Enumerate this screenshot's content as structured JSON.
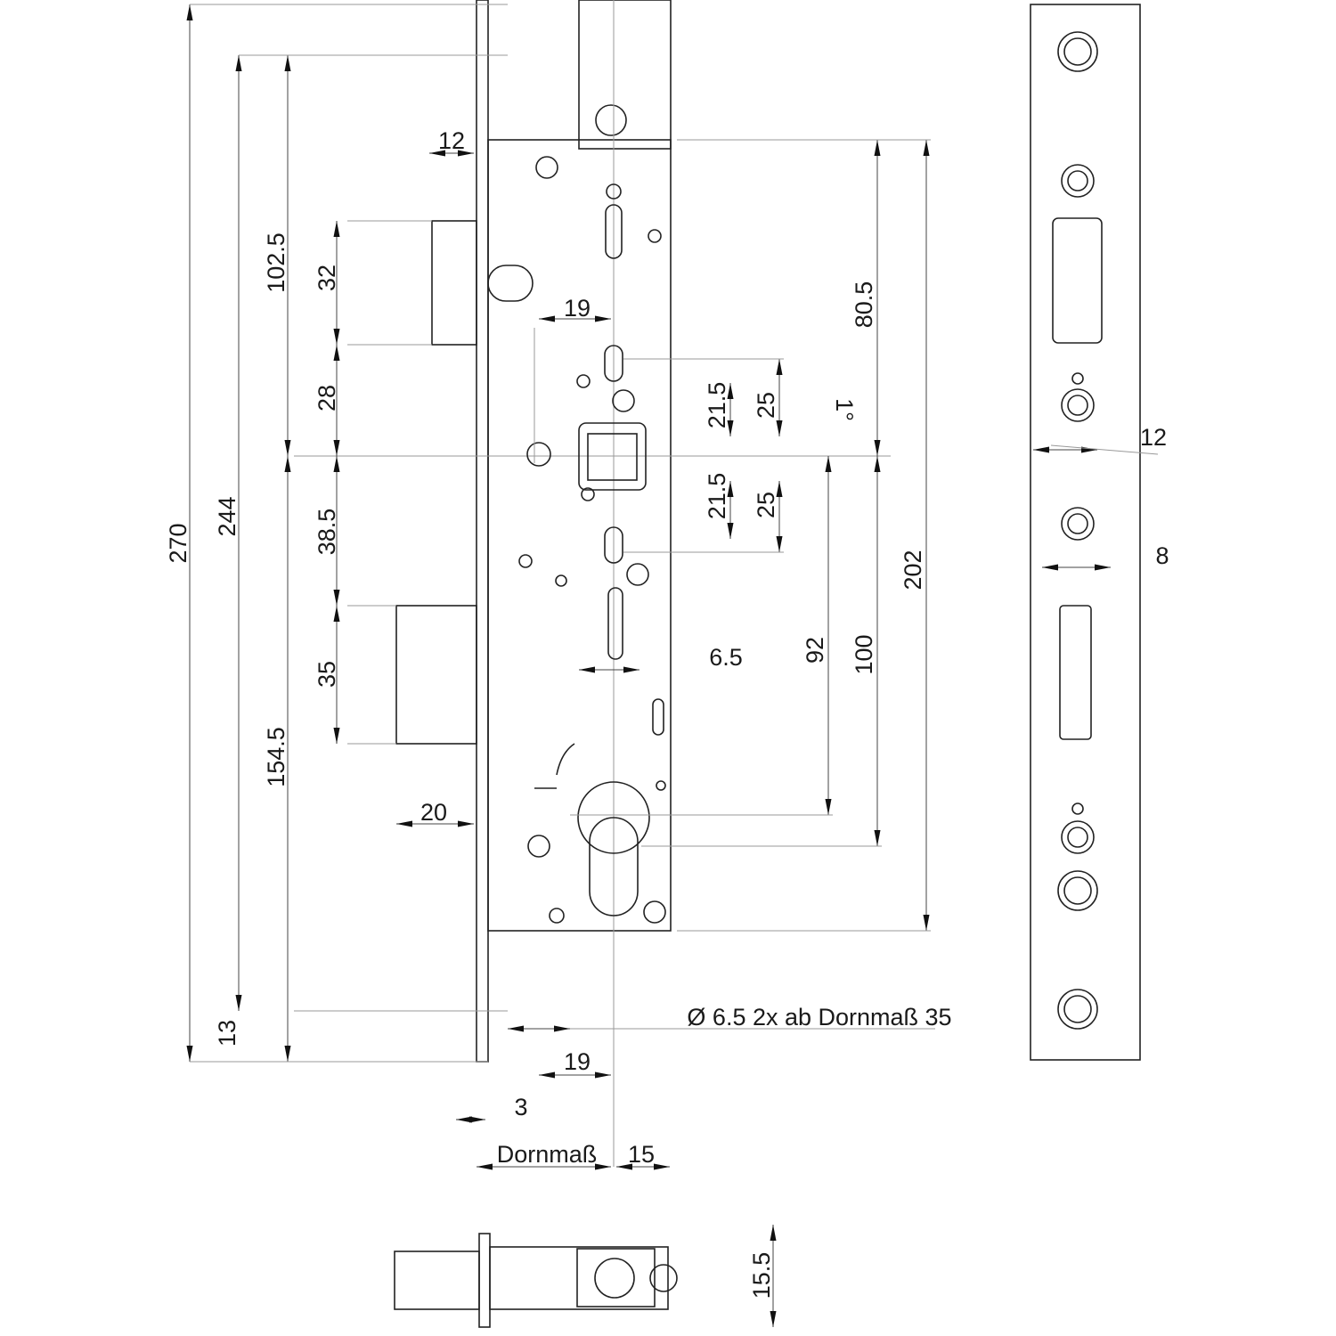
{
  "drawing": {
    "left_dims": {
      "overall": "270",
      "faceplate_holes": "244",
      "top_to_center": "102.5",
      "bottom_to_center": "154.5",
      "latch_height": "32",
      "latch_to_center": "28",
      "center_to_bolt": "38.5",
      "bolt_height": "35",
      "bottom_offset": "13"
    },
    "top_dims": {
      "faceplate_width": "12",
      "bolt_throw": "20",
      "spindle_offset": "19"
    },
    "center_dims": {
      "upper_21_5": "21.5",
      "upper_25": "25",
      "lower_21_5": "21.5",
      "lower_25": "25",
      "angle": "1°",
      "hole_dia": "6.5"
    },
    "right_dims": {
      "top_case": "80.5",
      "case_height": "202",
      "distance": "100",
      "cylinder_distance": "92"
    },
    "bottom_dims": {
      "note": "Ø  6.5 2x ab Dornmaß 35",
      "offset_19": "19",
      "plate_3": "3",
      "backset": "Dornmaß",
      "width_15": "15"
    },
    "side_view": {
      "width_12": "12",
      "width_8": "8"
    },
    "bottom_view": {
      "thickness": "15.5"
    }
  }
}
